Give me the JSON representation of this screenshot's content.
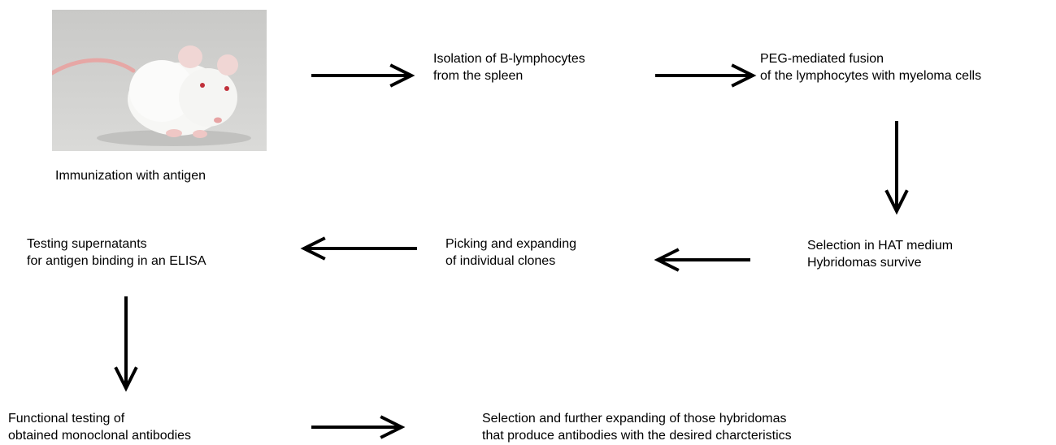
{
  "steps": {
    "immunization": "Immunization with antigen",
    "isolation": [
      "Isolation of  B-lymphocytes",
      "from the spleen"
    ],
    "fusion": [
      "PEG-mediated fusion",
      "of the lymphocytes with myeloma cells"
    ],
    "selection_hat": [
      "Selection in HAT medium",
      "Hybridomas survive"
    ],
    "picking": [
      "Picking and expanding",
      "of individual clones"
    ],
    "testing": [
      "Testing supernatants",
      "for antigen binding in an ELISA"
    ],
    "functional": [
      "Functional testing of",
      "obtained monoclonal antibodies"
    ],
    "final_selection": [
      "Selection and further expanding of those hybridomas",
      "that produce antibodies with the desired charcteristics"
    ]
  },
  "image": {
    "subject": "white mouse",
    "name": "mouse-photo"
  },
  "colors": {
    "arrow": "#000000",
    "text": "#000000",
    "background": "#ffffff"
  }
}
